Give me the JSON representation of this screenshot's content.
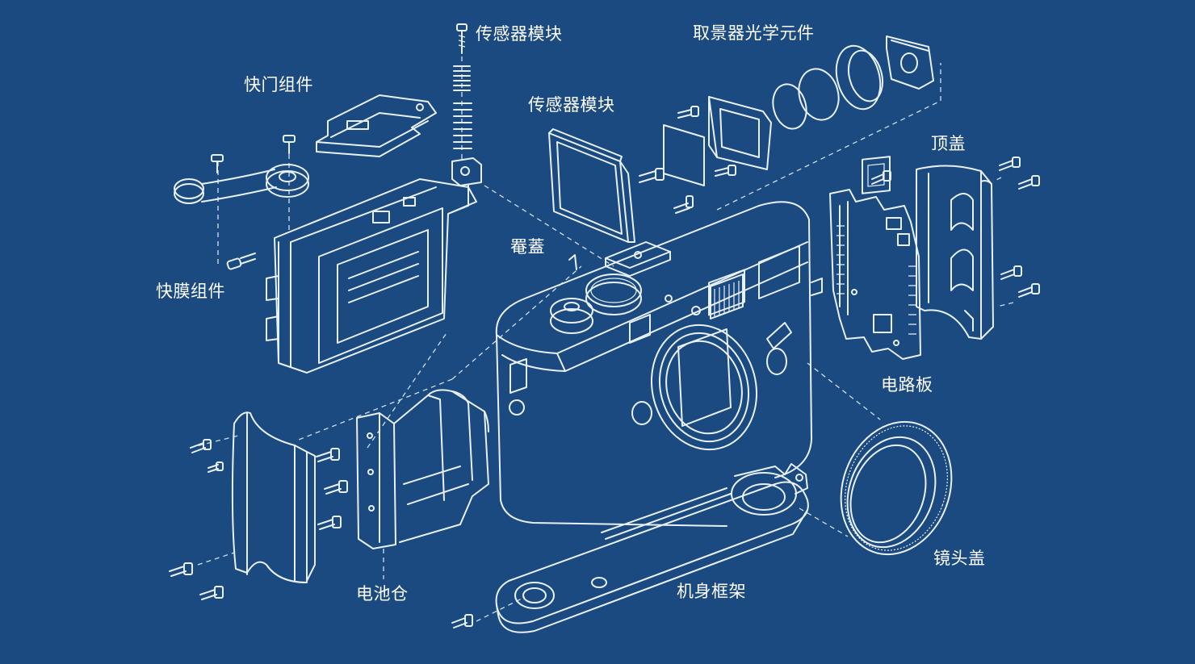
{
  "diagram": {
    "colors": {
      "background": "#1b4a80",
      "line": "#e8f0fa"
    },
    "labels": {
      "sensor_module_top": "传感器模块",
      "viewfinder_optics": "取景器光学元件",
      "shutter_assembly": "快门组件",
      "sensor_module_mid": "传感器模块",
      "top_cover": "顶盖",
      "hood": "罨蓋",
      "shutter_film": "快膜组件",
      "circuit_board": "电路板",
      "lens_cap": "镜头盖",
      "battery_compartment": "电池仓",
      "body_frame": "机身框架"
    }
  }
}
